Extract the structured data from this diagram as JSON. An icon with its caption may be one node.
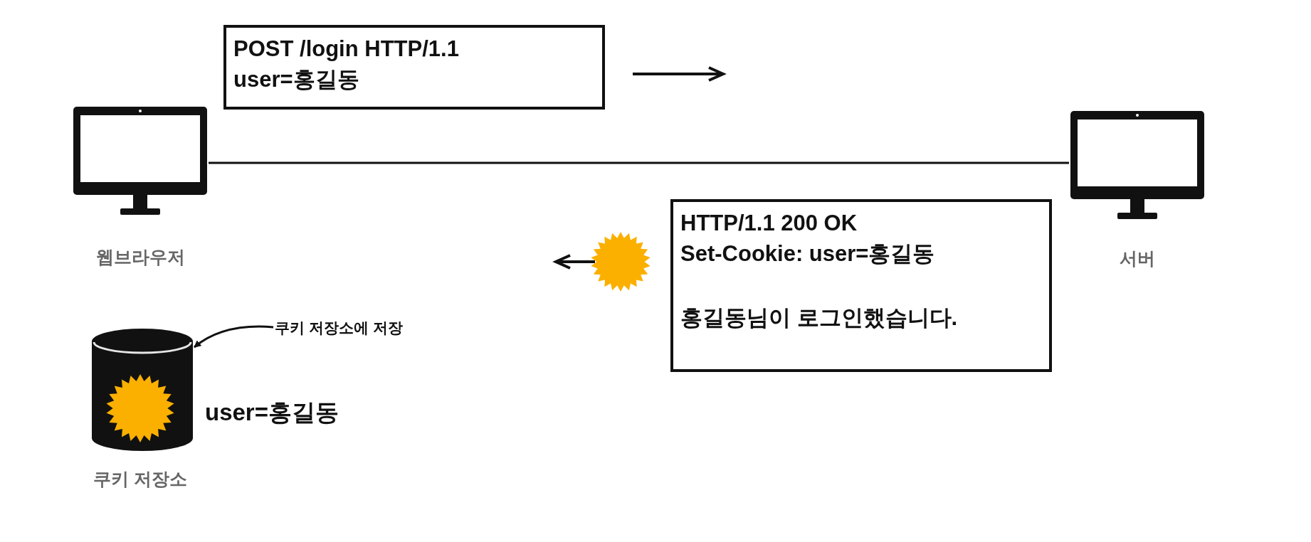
{
  "diagram": {
    "nodes": [
      {
        "text": [
          "POST /login HTTP/1.1",
          "user=홍길동"
        ]
      },
      {
        "text": [],
        "shape": "monitor",
        "beside": [
          "웹브라우저"
        ]
      },
      {
        "text": [],
        "shape": "monitor",
        "beside": [
          "서버"
        ]
      },
      {
        "text": [
          "HTTP/1.1 200 OK",
          "Set-Cookie: user=홍길동",
          "홍길동님이 로그인했습니다."
        ]
      },
      {
        "text": [
          "쿠키 저장소에 저장"
        ]
      },
      {
        "text": [],
        "shape": "cylinder",
        "beside": [
          "쿠키 저장소",
          "user=홍길동"
        ]
      }
    ],
    "edges": [
      {
        "from": 1,
        "to": 2,
        "arrow": "none"
      },
      {
        "from": 4,
        "to": 5,
        "arrow": "to"
      }
    ]
  }
}
